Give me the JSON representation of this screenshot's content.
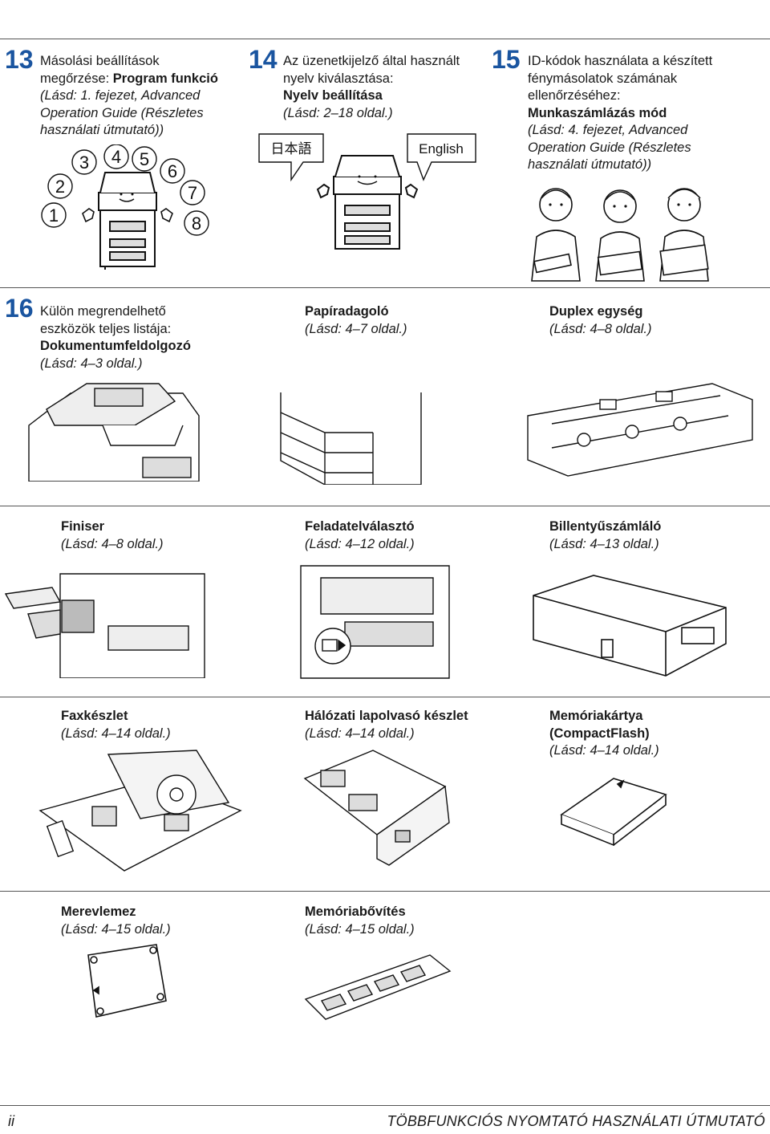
{
  "s13": {
    "num": "13",
    "l1": "Másolási beállítások",
    "l2a": "megőrzése: ",
    "l2b": "Program funkció",
    "l3": "(Lásd: 1. fejezet, Advanced",
    "l4": "Operation Guide (Részletes",
    "l5": "használati útmutató))",
    "callouts": [
      "1",
      "2",
      "3",
      "4",
      "5",
      "6",
      "7",
      "8"
    ]
  },
  "s14": {
    "num": "14",
    "l1": "Az üzenetkijelző által használt",
    "l2": "nyelv kiválasztása:",
    "l3": "Nyelv beállítása",
    "l4": "(Lásd: 2–18 oldal.)",
    "bubble_left": "日本語",
    "bubble_right": "English"
  },
  "s15": {
    "num": "15",
    "l1": "ID-kódok használata a készített",
    "l2": "fénymásolatok számának",
    "l3": "ellenőrzéséhez:",
    "l4": "Munkaszámlázás mód",
    "l5": "(Lásd: 4. fejezet, Advanced",
    "l6": "Operation Guide (Részletes",
    "l7": "használati útmutató))"
  },
  "s16": {
    "num": "16",
    "l1": "Külön megrendelhető",
    "l2": "eszközök teljes listája:"
  },
  "items": [
    {
      "name": "Dokumentumfeldolgozó",
      "ref": "(Lásd: 4–3 oldal.)"
    },
    {
      "name": "Papíradagoló",
      "ref": "(Lásd: 4–7 oldal.)"
    },
    {
      "name": "Duplex egység",
      "ref": "(Lásd: 4–8 oldal.)"
    },
    {
      "name": "Finiser",
      "ref": "(Lásd: 4–8 oldal.)"
    },
    {
      "name": "Feladatelválasztó",
      "ref": "(Lásd: 4–12 oldal.)"
    },
    {
      "name": "Billentyűszámláló",
      "ref": "(Lásd: 4–13 oldal.)"
    },
    {
      "name": "Faxkészlet",
      "ref": "(Lásd: 4–14 oldal.)"
    },
    {
      "name": "Hálózati lapolvasó készlet",
      "ref": "(Lásd: 4–14 oldal.)"
    },
    {
      "name": "Memóriakártya",
      "name2": "(CompactFlash)",
      "ref": "(Lásd: 4–14 oldal.)"
    },
    {
      "name": "Merevlemez",
      "ref": "(Lásd: 4–15 oldal.)"
    },
    {
      "name": "Memóriabővítés",
      "ref": "(Lásd: 4–15 oldal.)"
    }
  ],
  "footer": {
    "page": "ii",
    "title": "TÖBBFUNKCIÓS NYOMTATÓ HASZNÁLATI ÚTMUTATÓ"
  },
  "colors": {
    "accent": "#1a55a0",
    "rule": "#555555"
  }
}
